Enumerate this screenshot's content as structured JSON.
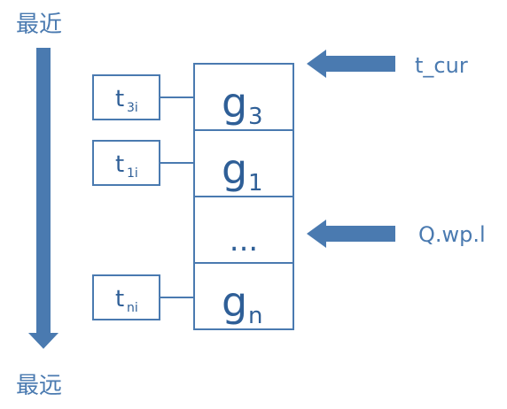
{
  "labels": {
    "top": "最近",
    "bottom": "最远",
    "t_cur": "t_cur",
    "q_wp_l": "Q.wp.l"
  },
  "stack": [
    {
      "main": "g",
      "sub": "3"
    },
    {
      "main": "g",
      "sub": "1"
    },
    {
      "main": "...",
      "sub": ""
    },
    {
      "main": "g",
      "sub": "n"
    }
  ],
  "tags": [
    {
      "main": "t",
      "sub": "3i"
    },
    {
      "main": "t",
      "sub": "1i"
    },
    {
      "main": "t",
      "sub": "ni"
    }
  ],
  "colors": {
    "stroke": "#4a7ab0",
    "arrow": "#4a7ab0",
    "text": "#2f5f97"
  }
}
